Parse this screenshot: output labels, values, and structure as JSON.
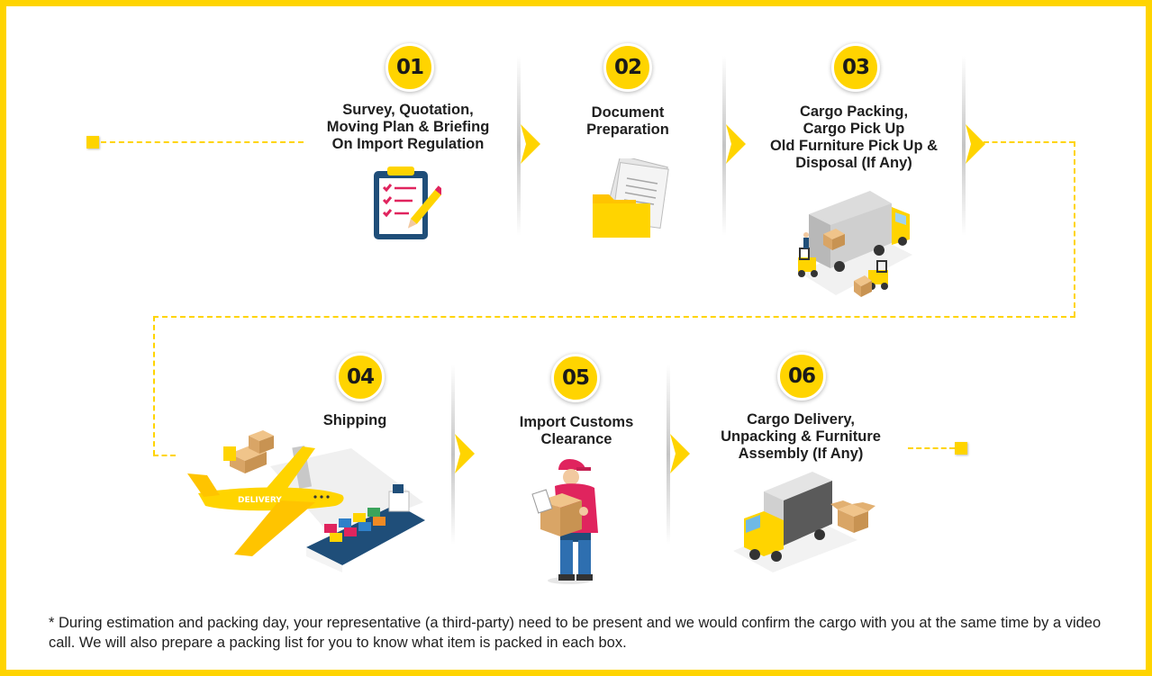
{
  "colors": {
    "accent": "#FFD400",
    "text": "#1f1f1f"
  },
  "steps": [
    {
      "number": "01",
      "title": "Survey, Quotation,\nMoving Plan & Briefing\nOn Import Regulation",
      "icon": "clipboard-checklist-icon"
    },
    {
      "number": "02",
      "title": "Document\nPreparation",
      "icon": "folder-documents-icon"
    },
    {
      "number": "03",
      "title": "Cargo Packing,\nCargo Pick Up\nOld Furniture Pick Up &\nDisposal (If Any)",
      "icon": "truck-forklift-icon"
    },
    {
      "number": "04",
      "title": "Shipping",
      "icon": "plane-ship-icon"
    },
    {
      "number": "05",
      "title": "Import Customs\nClearance",
      "icon": "courier-box-icon"
    },
    {
      "number": "06",
      "title": "Cargo Delivery,\nUnpacking & Furniture\nAssembly (If Any)",
      "icon": "delivery-truck-icon"
    }
  ],
  "plane_label": "DELIVERY",
  "footnote": "* During estimation and packing day, your representative (a third-party) need to be present and we would confirm the cargo with you at the same time by a video call. We will also prepare a packing list for you to know what item is packed in each box."
}
